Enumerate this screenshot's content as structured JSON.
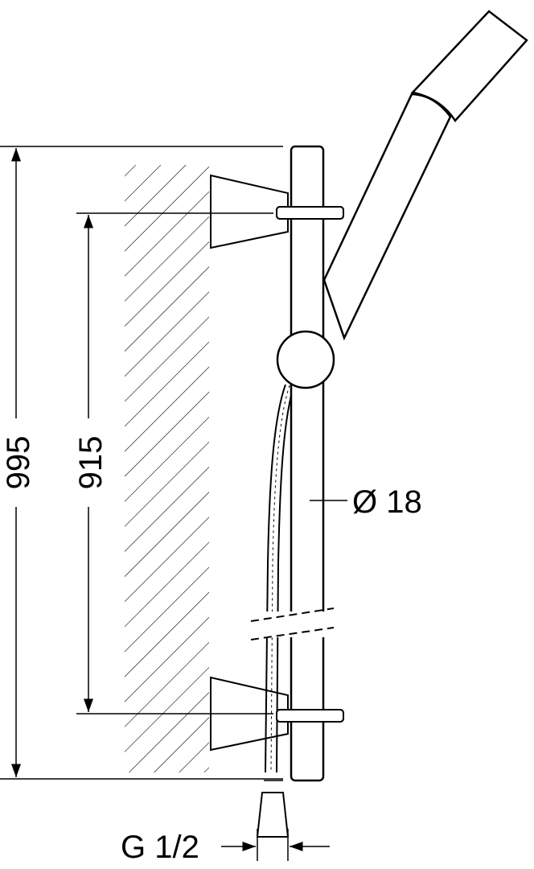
{
  "dimensions": {
    "overall_height": "995",
    "bracket_spacing": "915",
    "rail_diameter": "Ø 18",
    "connection_thread": "G 1/2"
  },
  "colors": {
    "line": "#000000",
    "background": "#ffffff"
  }
}
